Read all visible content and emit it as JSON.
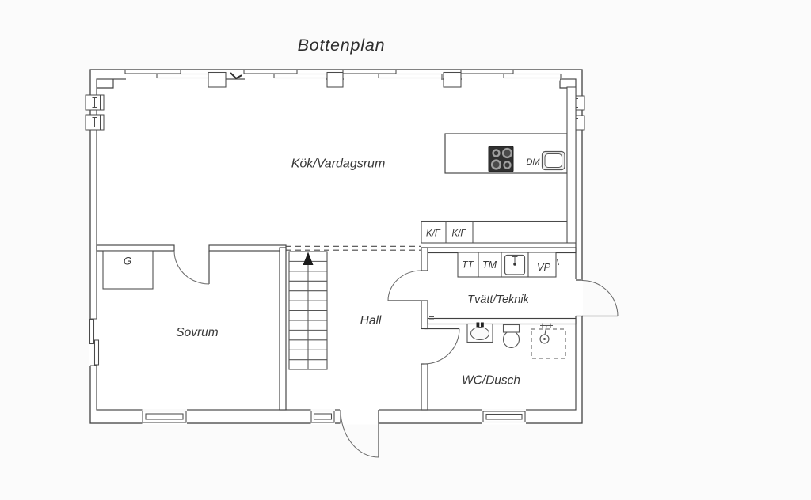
{
  "title": "Bottenplan",
  "colors": {
    "line": "#414141",
    "text": "#383838",
    "background": "#fbfbfb",
    "stove": "#303030"
  },
  "rooms": {
    "kitchen_living": "Kök/Vardagsrum",
    "bedroom": "Sovrum",
    "hall": "Hall",
    "laundry": "Tvätt/Teknik",
    "bathroom": "WC/Dusch"
  },
  "labels": {
    "wardrobe": "G",
    "fridge_freezer_left": "K/F",
    "fridge_freezer_right": "K/F",
    "dishwasher": "DM",
    "tumble_dryer": "TT",
    "washing_machine": "TM",
    "heat_pump": "VP"
  }
}
